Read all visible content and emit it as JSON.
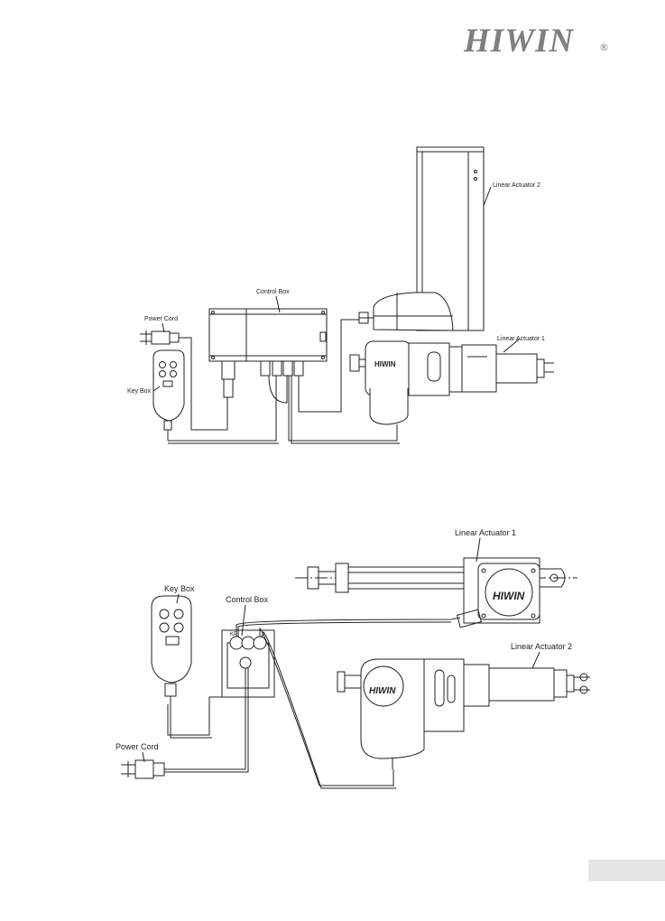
{
  "brand": {
    "logo_text": "HIWIN",
    "registered_mark": "®"
  },
  "diagram_1": {
    "labels": {
      "linear_actuator_2": "Linear Actuator 2",
      "linear_actuator_1": "Linear Actuator 1",
      "control_box": "Control Box",
      "power_cord": "Power Cord",
      "key_box": "Key Box"
    }
  },
  "diagram_2": {
    "labels": {
      "linear_actuator_1": "Linear Actuator 1",
      "linear_actuator_2": "Linear Actuator 2",
      "key_box": "Key Box",
      "control_box": "Control Box",
      "power_cord": "Power Cord",
      "kp_port": "KP"
    }
  },
  "colors": {
    "line": "#222222",
    "logo": "#7f7f7f",
    "tab": "#e6e6e6"
  }
}
